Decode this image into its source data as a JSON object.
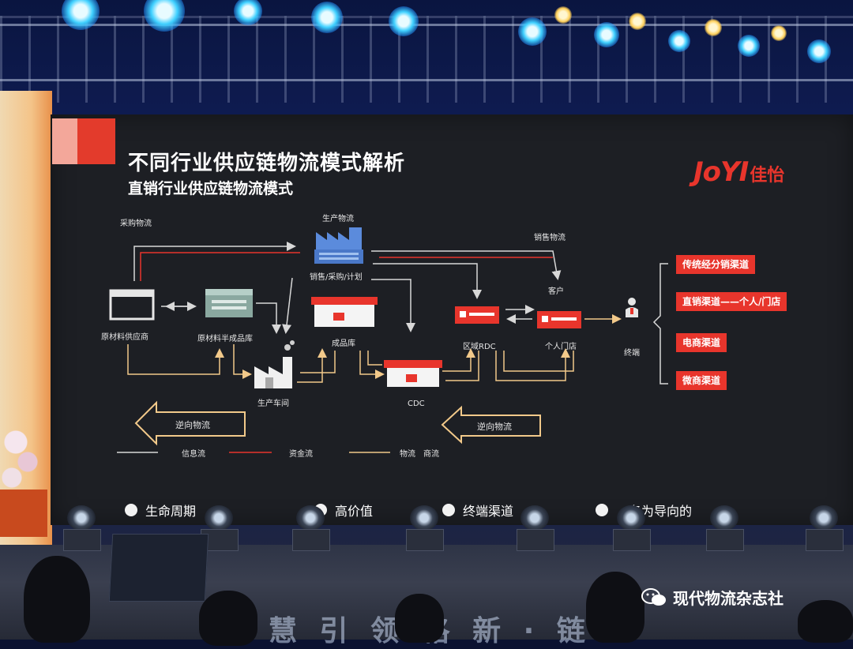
{
  "slide": {
    "title": "不同行业供应链物流模式解析",
    "subtitle": "直销行业供应链物流模式",
    "logo_latin": "JoYI",
    "logo_cn": "佳怡",
    "diagram_labels": {
      "procurement_logistics": "采购物流",
      "production_logistics": "生产物流",
      "sales_logistics": "销售物流",
      "sales_purchase_plan": "销售/采购/计划",
      "customer": "客户",
      "raw_supplier": "原材料供应商",
      "raw_semi_warehouse": "原材料半成品库",
      "finished_warehouse": "成品库",
      "regional_rdc": "区域RDC",
      "personal_store": "个人门店",
      "terminal": "终端",
      "workshop": "生产车间",
      "cdc": "CDC",
      "reverse_logistics_left": "逆向物流",
      "reverse_logistics_right": "逆向物流"
    },
    "channels": [
      "传统经分销渠道",
      "直销渠道——个人/门店",
      "电商渠道",
      "微商渠道"
    ],
    "legend": {
      "info_flow": "信息流",
      "capital_flow": "资金流",
      "goods_flow": "物流",
      "commerce_flow": "商流"
    },
    "bullets": [
      "生命周期",
      "高价值",
      "终端渠道",
      "务为导向的"
    ],
    "colors": {
      "accent_red": "#e8352c",
      "info_line": "#d8d8d8",
      "capital_line": "#e8352c",
      "goods_line": "#f2c98a",
      "reverse_arrow": "#f2c98a"
    }
  },
  "watermark": "现代物流杂志社"
}
